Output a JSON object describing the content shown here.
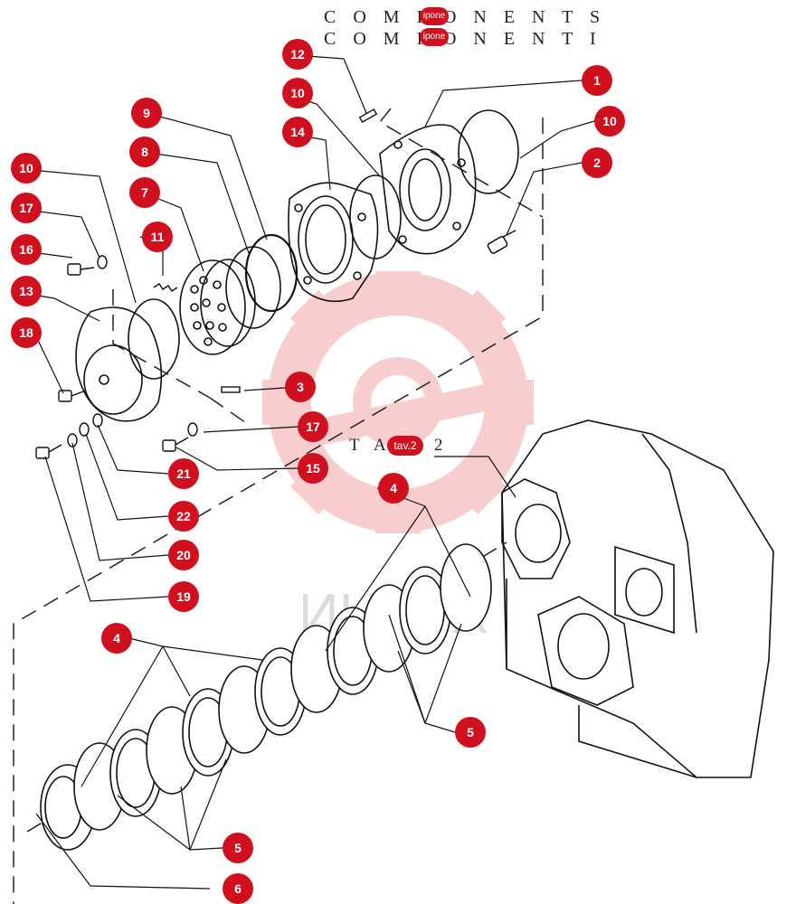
{
  "header": {
    "line1": "C O M P O N E N T S",
    "line2": "C O M P O N E N T I",
    "badge_line1": "ipone",
    "badge_line2": "ipone"
  },
  "ref_table": {
    "prefix": "T A",
    "badge": "tav.2",
    "suffix": "2"
  },
  "watermark": {
    "text": "ИНТЕХ"
  },
  "callouts": [
    {
      "id": "c1",
      "label": "1"
    },
    {
      "id": "c2",
      "label": "2"
    },
    {
      "id": "c3",
      "label": "3"
    },
    {
      "id": "c4a",
      "label": "4"
    },
    {
      "id": "c4b",
      "label": "4"
    },
    {
      "id": "c5a",
      "label": "5"
    },
    {
      "id": "c5b",
      "label": "5"
    },
    {
      "id": "c6",
      "label": "6"
    },
    {
      "id": "c7",
      "label": "7"
    },
    {
      "id": "c8",
      "label": "8"
    },
    {
      "id": "c9",
      "label": "9"
    },
    {
      "id": "c10a",
      "label": "10"
    },
    {
      "id": "c10b",
      "label": "10"
    },
    {
      "id": "c10c",
      "label": "10"
    },
    {
      "id": "c11",
      "label": "11"
    },
    {
      "id": "c12",
      "label": "12"
    },
    {
      "id": "c13",
      "label": "13"
    },
    {
      "id": "c14",
      "label": "14"
    },
    {
      "id": "c15",
      "label": "15"
    },
    {
      "id": "c16",
      "label": "16"
    },
    {
      "id": "c17a",
      "label": "17"
    },
    {
      "id": "c17b",
      "label": "17"
    },
    {
      "id": "c18",
      "label": "18"
    },
    {
      "id": "c19",
      "label": "19"
    },
    {
      "id": "c20",
      "label": "20"
    },
    {
      "id": "c21",
      "label": "21"
    },
    {
      "id": "c22",
      "label": "22"
    }
  ]
}
